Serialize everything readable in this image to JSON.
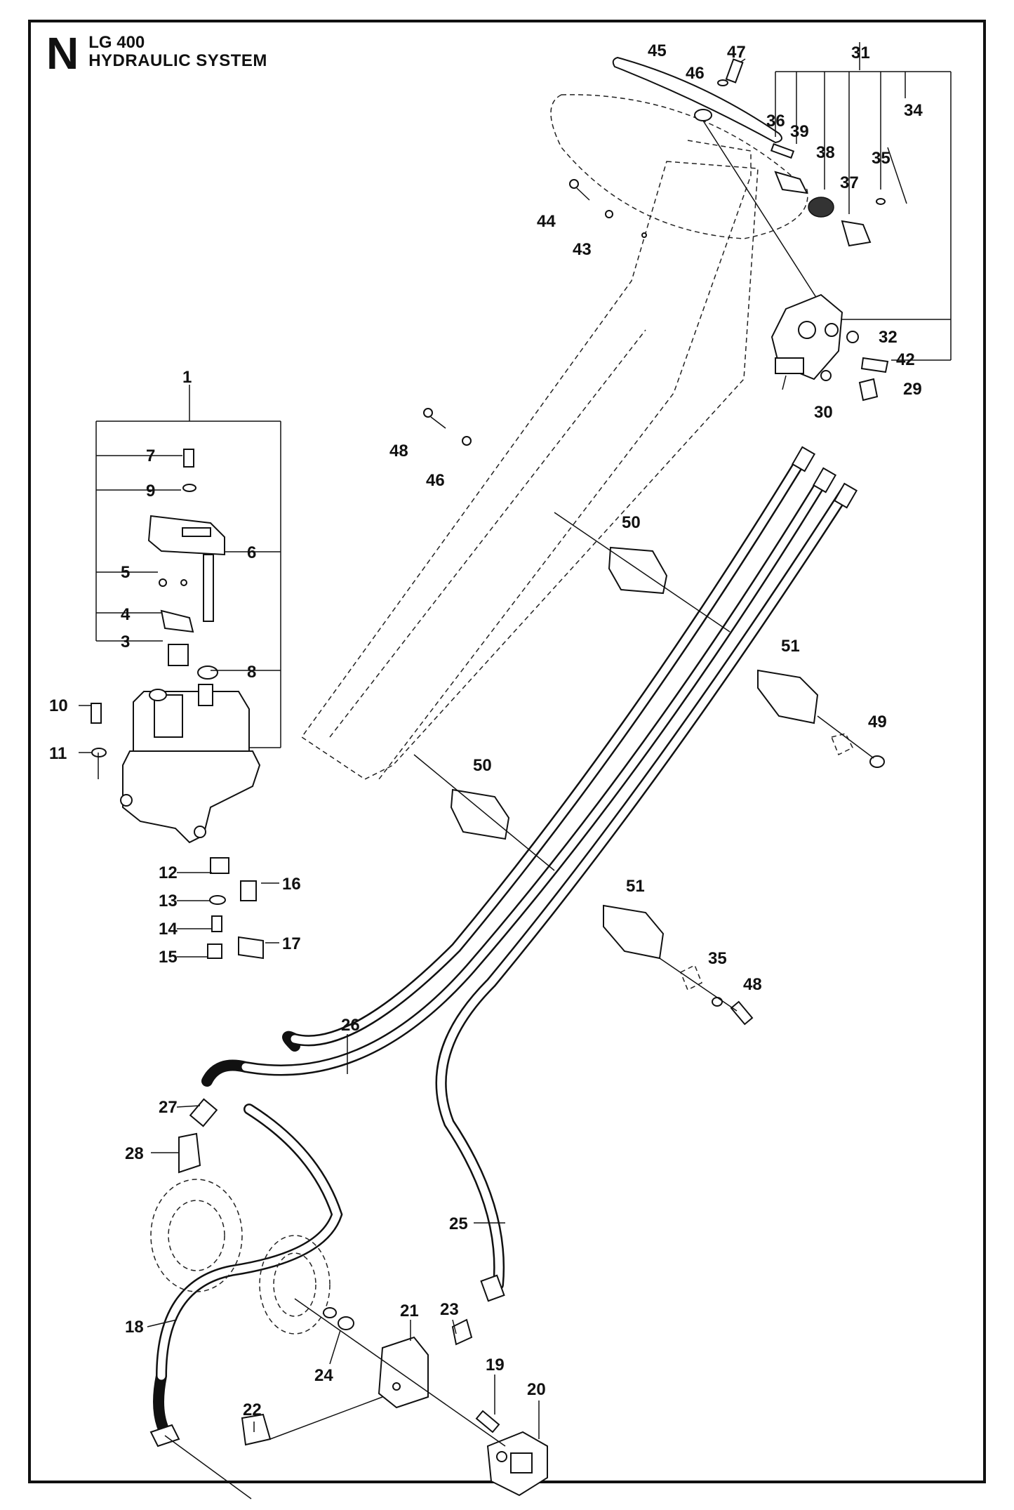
{
  "header": {
    "section_letter": "N",
    "model": "LG 400",
    "system": "HYDRAULIC SYSTEM"
  },
  "callouts": {
    "c1": "1",
    "c3": "3",
    "c4": "4",
    "c5": "5",
    "c6": "6",
    "c7": "7",
    "c8": "8",
    "c9": "9",
    "c10": "10",
    "c11": "11",
    "c12": "12",
    "c13": "13",
    "c14": "14",
    "c15": "15",
    "c16": "16",
    "c17": "17",
    "c18": "18",
    "c19": "19",
    "c20": "20",
    "c21": "21",
    "c22": "22",
    "c23": "23",
    "c24": "24",
    "c25": "25",
    "c26": "26",
    "c27": "27",
    "c28": "28",
    "c29": "29",
    "c30": "30",
    "c31": "31",
    "c32": "32",
    "c34": "34",
    "c35a": "35",
    "c35b": "35",
    "c36": "36",
    "c37": "37",
    "c38": "38",
    "c39": "39",
    "c42": "42",
    "c43": "43",
    "c44": "44",
    "c45": "45",
    "c46a": "46",
    "c46b": "46",
    "c47": "47",
    "c48a": "48",
    "c48b": "48",
    "c49": "49",
    "c50a": "50",
    "c50b": "50",
    "c51a": "51",
    "c51b": "51"
  },
  "icons": [
    "hydraulic-tank",
    "control-lever",
    "steering-valve",
    "wheel-motor",
    "clamp",
    "hose"
  ]
}
